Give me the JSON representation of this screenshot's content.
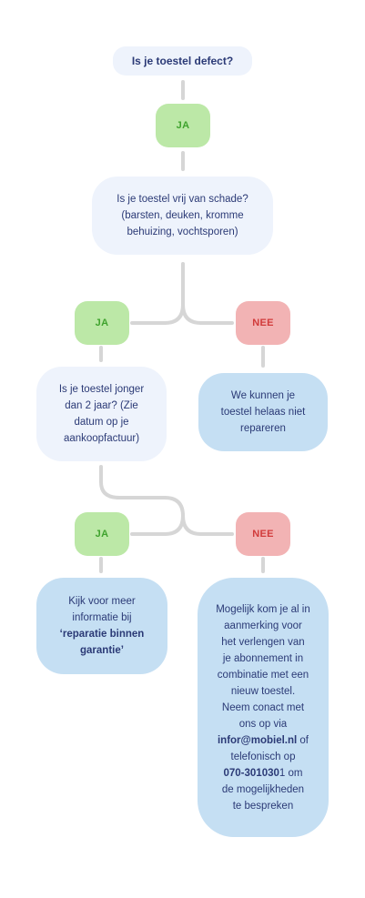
{
  "start": {
    "label": "Is je toestel defect?"
  },
  "q1": {
    "yes_top": "JA",
    "lines": [
      "Is je toestel vrij van schade?",
      "(barsten, deuken, kromme",
      "behuizing, vochtsporen)"
    ]
  },
  "branch1": {
    "yes": "JA",
    "no": "NEE",
    "no_result_lines": [
      "We kunnen je",
      "toestel helaas niet",
      "repareren"
    ]
  },
  "q2": {
    "lines": [
      "Is je toestel jonger",
      "dan 2 jaar? (Zie",
      "datum op je",
      "aankoopfactuur)"
    ]
  },
  "branch2": {
    "yes": "JA",
    "no": "NEE",
    "yes_result": {
      "line1": "Kijk voor meer",
      "line2": "informatie bij",
      "link_line1": "‘reparatie binnen",
      "link_line2": "garantie’"
    },
    "no_result": {
      "lines": [
        "Mogelijk kom je al in",
        "aanmerking voor",
        "het verlengen van",
        "je abonnement in",
        "combinatie met een",
        "nieuw toestel.",
        "Neem conact met",
        "ons op via"
      ],
      "email": "infor@mobiel.nl",
      "email_suffix": " of",
      "line_phone_prefix": "telefonisch op",
      "phone": "070-301030",
      "phone_suffix": "1 om",
      "tail_lines": [
        "de mogelijkheden",
        "te bespreken"
      ]
    }
  },
  "colors": {
    "connector": "#d6d6d6",
    "question_light": "#eef3fc",
    "question_blue": "#c5dff3",
    "yes_bg": "#bce8a7",
    "yes_text": "#3fa32e",
    "no_bg": "#f2b3b4",
    "no_text": "#d13b3b",
    "text": "#2b3a76"
  }
}
